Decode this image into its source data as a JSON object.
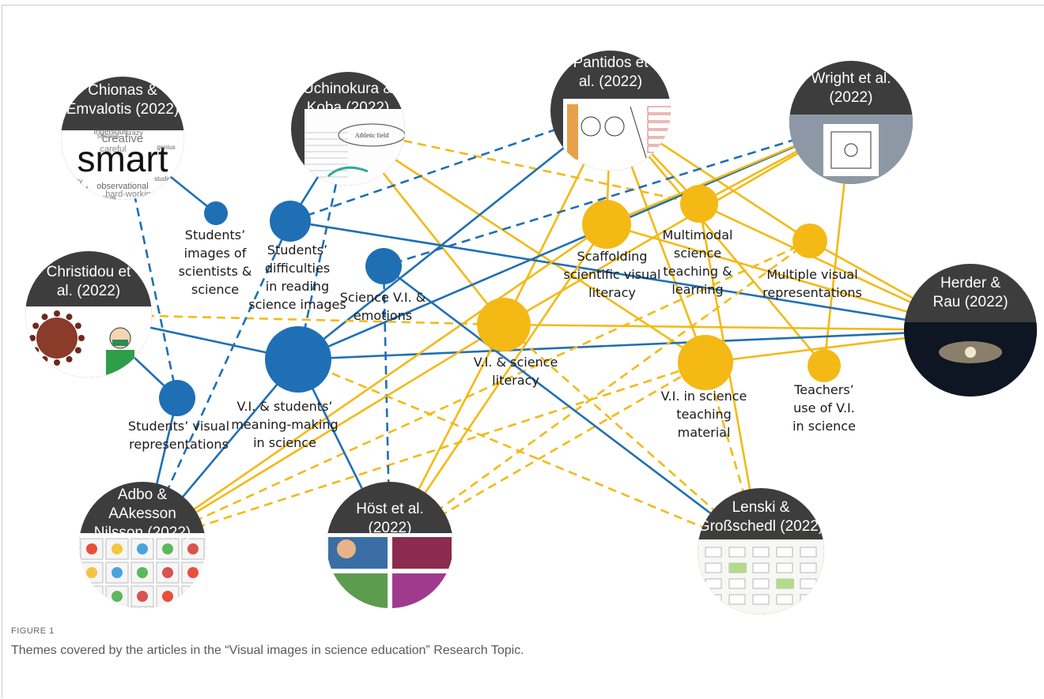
{
  "figure": {
    "label": "FIGURE 1",
    "caption": "Themes covered by the articles in the “Visual images in science education” Research Topic."
  },
  "colors": {
    "blue": "#1f6fb5",
    "yellow": "#f4b915",
    "article_bg": "#3d3d3d",
    "text": "#1a1a1a"
  },
  "articles": [
    {
      "id": "chionas",
      "lines": [
        "Chionas &",
        "Emvalotis (2022)"
      ],
      "thumb": "word-cloud",
      "thumb_words": [
        "smart",
        "creative",
        "careful",
        "ingenious",
        "serious",
        "crazy",
        "busy",
        "observational",
        "hard-working",
        "inventive",
        "good",
        "genius",
        "studious"
      ]
    },
    {
      "id": "uchinokura",
      "lines": [
        "Uchinokura &",
        "Koba (2022)"
      ],
      "thumb": "sketch",
      "thumb_words": [
        "Athletic field"
      ]
    },
    {
      "id": "pantidos",
      "lines": [
        "Pantidos et",
        "al. (2022)"
      ],
      "thumb": "panels"
    },
    {
      "id": "wright",
      "lines": [
        "Wright et al.",
        "(2022)"
      ],
      "thumb": "photo-collage"
    },
    {
      "id": "christidou",
      "lines": [
        "Christidou et",
        "al. (2022)"
      ],
      "thumb": "virus-drawing"
    },
    {
      "id": "herder",
      "lines": [
        "Herder &",
        "Rau (2022)"
      ],
      "thumb": "space-scene"
    },
    {
      "id": "adbo",
      "lines": [
        "Adbo &",
        "AAkesson",
        "Nilsson (2022)"
      ],
      "thumb": "models-grid"
    },
    {
      "id": "host",
      "lines": [
        "Höst et al.",
        "(2022)"
      ],
      "thumb": "micrographs"
    },
    {
      "id": "lenski",
      "lines": [
        "Lenski &",
        "Großschedl (2022)"
      ],
      "thumb": "flowchart"
    }
  ],
  "themes": [
    {
      "id": "t_images",
      "color": "blue",
      "lines": [
        "Students’",
        "images of",
        "scientists &",
        "science"
      ]
    },
    {
      "id": "t_difficulties",
      "color": "blue",
      "lines": [
        "Students’",
        "difficulties",
        "in reading",
        "science images"
      ]
    },
    {
      "id": "t_emotions",
      "color": "blue",
      "lines": [
        "Science V.I. &",
        "emotions"
      ]
    },
    {
      "id": "t_visrep",
      "color": "blue",
      "lines": [
        "Students’ visual",
        "representations"
      ]
    },
    {
      "id": "t_meaning",
      "color": "blue",
      "lines": [
        "V.I. & students’",
        "meaning-making",
        "in science"
      ]
    },
    {
      "id": "t_scaffold",
      "color": "yellow",
      "lines": [
        "Scaffolding",
        "scientific visual",
        "literacy"
      ]
    },
    {
      "id": "t_multimodal",
      "color": "yellow",
      "lines": [
        "Multimodal",
        "science",
        "teaching &",
        "learning"
      ]
    },
    {
      "id": "t_multiple",
      "color": "yellow",
      "lines": [
        "Multiple visual",
        "representations"
      ]
    },
    {
      "id": "t_literacy",
      "color": "yellow",
      "lines": [
        "V.I. & science",
        "literacy"
      ]
    },
    {
      "id": "t_material",
      "color": "yellow",
      "lines": [
        "V.I. in science",
        "teaching",
        "material"
      ]
    },
    {
      "id": "t_teachers",
      "color": "yellow",
      "lines": [
        "Teachers’",
        "use of V.I.",
        "in science"
      ]
    }
  ],
  "links": [
    {
      "from": "chionas",
      "to": "t_images",
      "color": "blue",
      "dashed": false
    },
    {
      "from": "chionas",
      "to": "t_visrep",
      "color": "blue",
      "dashed": true
    },
    {
      "from": "uchinokura",
      "to": "t_difficulties",
      "color": "blue",
      "dashed": false
    },
    {
      "from": "uchinokura",
      "to": "t_meaning",
      "color": "blue",
      "dashed": true
    },
    {
      "from": "uchinokura",
      "to": "t_multimodal",
      "color": "yellow",
      "dashed": true
    },
    {
      "from": "uchinokura",
      "to": "t_literacy",
      "color": "yellow",
      "dashed": false
    },
    {
      "from": "uchinokura",
      "to": "t_material",
      "color": "yellow",
      "dashed": false
    },
    {
      "from": "pantidos",
      "to": "t_difficulties",
      "color": "blue",
      "dashed": true
    },
    {
      "from": "pantidos",
      "to": "t_meaning",
      "color": "blue",
      "dashed": false
    },
    {
      "from": "pantidos",
      "to": "t_scaffold",
      "color": "yellow",
      "dashed": false
    },
    {
      "from": "pantidos",
      "to": "t_multimodal",
      "color": "yellow",
      "dashed": false
    },
    {
      "from": "pantidos",
      "to": "t_multiple",
      "color": "yellow",
      "dashed": false
    },
    {
      "from": "pantidos",
      "to": "t_literacy",
      "color": "yellow",
      "dashed": false
    },
    {
      "from": "pantidos",
      "to": "t_material",
      "color": "yellow",
      "dashed": false
    },
    {
      "from": "pantidos",
      "to": "t_teachers",
      "color": "yellow",
      "dashed": false
    },
    {
      "from": "wright",
      "to": "t_emotions",
      "color": "blue",
      "dashed": true
    },
    {
      "from": "wright",
      "to": "t_meaning",
      "color": "blue",
      "dashed": false
    },
    {
      "from": "wright",
      "to": "t_scaffold",
      "color": "yellow",
      "dashed": false
    },
    {
      "from": "wright",
      "to": "t_multimodal",
      "color": "yellow",
      "dashed": false
    },
    {
      "from": "wright",
      "to": "t_literacy",
      "color": "yellow",
      "dashed": false
    },
    {
      "from": "wright",
      "to": "t_teachers",
      "color": "yellow",
      "dashed": false
    },
    {
      "from": "christidou",
      "to": "t_meaning",
      "color": "blue",
      "dashed": false
    },
    {
      "from": "christidou",
      "to": "t_visrep",
      "color": "blue",
      "dashed": false
    },
    {
      "from": "christidou",
      "to": "t_literacy",
      "color": "yellow",
      "dashed": true
    },
    {
      "from": "herder",
      "to": "t_difficulties",
      "color": "blue",
      "dashed": false
    },
    {
      "from": "herder",
      "to": "t_meaning",
      "color": "blue",
      "dashed": false
    },
    {
      "from": "herder",
      "to": "t_scaffold",
      "color": "yellow",
      "dashed": false
    },
    {
      "from": "herder",
      "to": "t_multimodal",
      "color": "yellow",
      "dashed": false
    },
    {
      "from": "herder",
      "to": "t_multiple",
      "color": "yellow",
      "dashed": false
    },
    {
      "from": "herder",
      "to": "t_literacy",
      "color": "yellow",
      "dashed": false
    },
    {
      "from": "herder",
      "to": "t_material",
      "color": "yellow",
      "dashed": false
    },
    {
      "from": "adbo",
      "to": "t_visrep",
      "color": "blue",
      "dashed": false
    },
    {
      "from": "adbo",
      "to": "t_difficulties",
      "color": "blue",
      "dashed": true
    },
    {
      "from": "adbo",
      "to": "t_meaning",
      "color": "blue",
      "dashed": false
    },
    {
      "from": "adbo",
      "to": "t_scaffold",
      "color": "yellow",
      "dashed": false
    },
    {
      "from": "adbo",
      "to": "t_literacy",
      "color": "yellow",
      "dashed": false
    },
    {
      "from": "adbo",
      "to": "t_material",
      "color": "yellow",
      "dashed": true
    },
    {
      "from": "adbo",
      "to": "t_multiple",
      "color": "yellow",
      "dashed": true
    },
    {
      "from": "host",
      "to": "t_emotions",
      "color": "blue",
      "dashed": true
    },
    {
      "from": "host",
      "to": "t_meaning",
      "color": "blue",
      "dashed": false
    },
    {
      "from": "host",
      "to": "t_scaffold",
      "color": "yellow",
      "dashed": false
    },
    {
      "from": "host",
      "to": "t_literacy",
      "color": "yellow",
      "dashed": false
    },
    {
      "from": "host",
      "to": "t_multiple",
      "color": "yellow",
      "dashed": true
    },
    {
      "from": "host",
      "to": "t_material",
      "color": "yellow",
      "dashed": true
    },
    {
      "from": "lenski",
      "to": "t_emotions",
      "color": "blue",
      "dashed": false
    },
    {
      "from": "lenski",
      "to": "t_meaning",
      "color": "yellow",
      "dashed": true
    },
    {
      "from": "lenski",
      "to": "t_literacy",
      "color": "yellow",
      "dashed": true
    },
    {
      "from": "lenski",
      "to": "t_material",
      "color": "yellow",
      "dashed": true
    },
    {
      "from": "lenski",
      "to": "t_multimodal",
      "color": "yellow",
      "dashed": false
    }
  ]
}
